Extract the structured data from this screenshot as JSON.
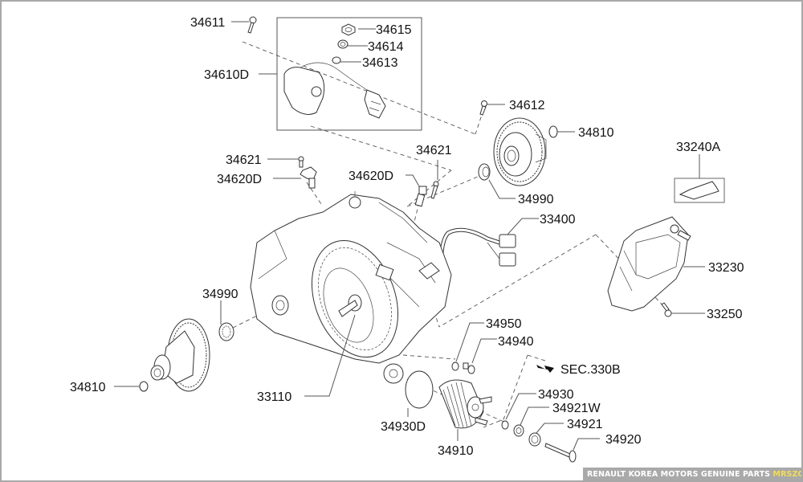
{
  "diagram": {
    "title": "Transaxle case exploded parts diagram",
    "callouts": {
      "p34611": "34611",
      "p34615": "34615",
      "p34614": "34614",
      "p34613": "34613",
      "p34610D": "34610D",
      "p34612": "34612",
      "p34810_top": "34810",
      "p33240A": "33240A",
      "p34621_left": "34621",
      "p34620D_left": "34620D",
      "p34621_right": "34621",
      "p34620D_right": "34620D",
      "p34990_top": "34990",
      "p33400": "33400",
      "p33230": "33230",
      "p33250": "33250",
      "p34990_left": "34990",
      "p34950": "34950",
      "p34940": "34940",
      "sec_ref": "SEC.330B",
      "p34810_left": "34810",
      "p33110": "33110",
      "p34930": "34930",
      "p34921W": "34921W",
      "p34921": "34921",
      "p34920": "34920",
      "p34930D": "34930D",
      "p34910": "34910"
    }
  },
  "footer": {
    "text": "RENAULT KOREA MOTORS GENUINE PARTS",
    "brand": "MRSZONE",
    "accent_color": "#f2d33a"
  }
}
